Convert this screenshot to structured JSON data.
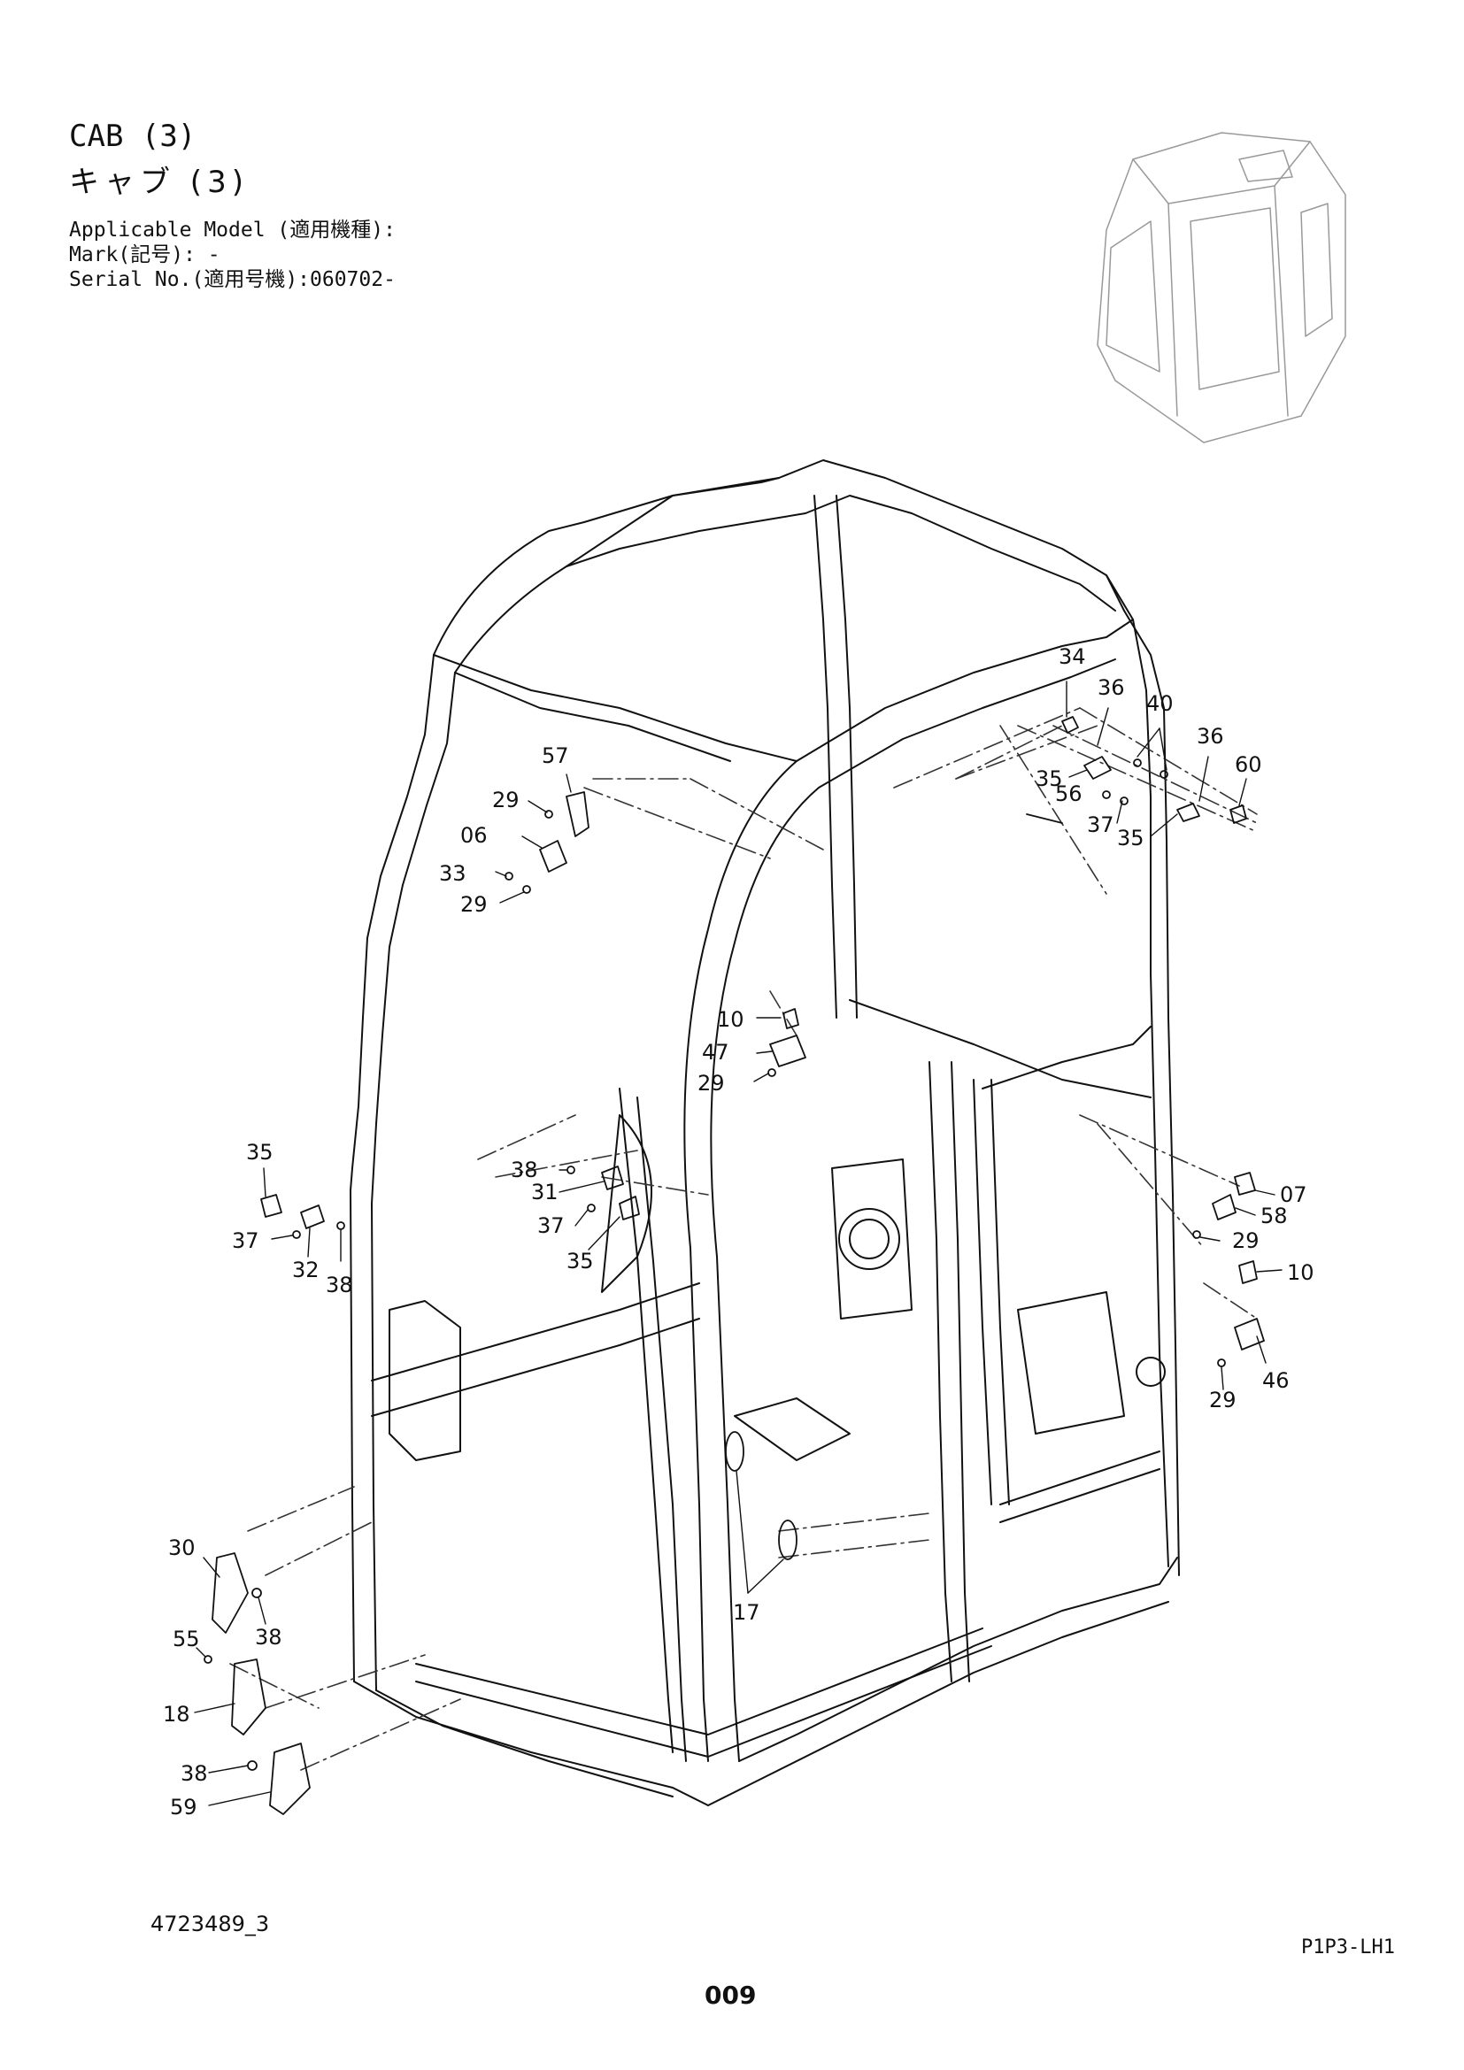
{
  "header": {
    "title_en": "CAB (3)",
    "title_jp": "キャブ  (3)",
    "applicable_model": "Applicable Model (適用機種):",
    "mark": "Mark(記号): -",
    "serial": "Serial No.(適用号機):060702-"
  },
  "footer": {
    "drawing_number": "4723489_3",
    "model_code": "P1P3-LH1",
    "page_number": "009"
  },
  "callouts": [
    {
      "id": "c34",
      "text": "34"
    },
    {
      "id": "c36a",
      "text": "36"
    },
    {
      "id": "c40",
      "text": "40"
    },
    {
      "id": "c36b",
      "text": "36"
    },
    {
      "id": "c60",
      "text": "60"
    },
    {
      "id": "c35a",
      "text": "35"
    },
    {
      "id": "c56",
      "text": "56"
    },
    {
      "id": "c37a",
      "text": "37"
    },
    {
      "id": "c35b",
      "text": "35"
    },
    {
      "id": "c57",
      "text": "57"
    },
    {
      "id": "c29a",
      "text": "29"
    },
    {
      "id": "c06",
      "text": "06"
    },
    {
      "id": "c33",
      "text": "33"
    },
    {
      "id": "c29b",
      "text": "29"
    },
    {
      "id": "c10a",
      "text": "10"
    },
    {
      "id": "c47",
      "text": "47"
    },
    {
      "id": "c29c",
      "text": "29"
    },
    {
      "id": "c35c",
      "text": "35"
    },
    {
      "id": "c37b",
      "text": "37"
    },
    {
      "id": "c32",
      "text": "32"
    },
    {
      "id": "c38a",
      "text": "38"
    },
    {
      "id": "c38b",
      "text": "38"
    },
    {
      "id": "c31",
      "text": "31"
    },
    {
      "id": "c37c",
      "text": "37"
    },
    {
      "id": "c35d",
      "text": "35"
    },
    {
      "id": "c07",
      "text": "07"
    },
    {
      "id": "c58",
      "text": "58"
    },
    {
      "id": "c29d",
      "text": "29"
    },
    {
      "id": "c10b",
      "text": "10"
    },
    {
      "id": "c46",
      "text": "46"
    },
    {
      "id": "c29e",
      "text": "29"
    },
    {
      "id": "c30",
      "text": "30"
    },
    {
      "id": "c38c",
      "text": "38"
    },
    {
      "id": "c55",
      "text": "55"
    },
    {
      "id": "c18",
      "text": "18"
    },
    {
      "id": "c38d",
      "text": "38"
    },
    {
      "id": "c59",
      "text": "59"
    },
    {
      "id": "c17",
      "text": "17"
    }
  ],
  "colors": {
    "ink": "#111111",
    "paper": "#ffffff",
    "dash": "#333333"
  }
}
